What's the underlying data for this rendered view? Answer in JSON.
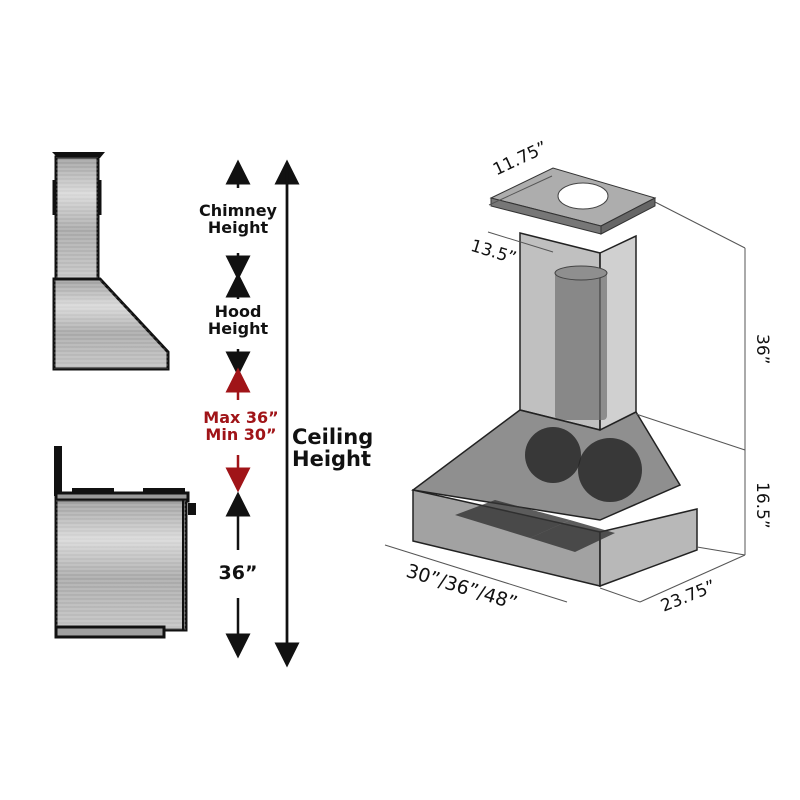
{
  "side_view": {
    "chimney_label": [
      "Chimney",
      "Height"
    ],
    "hood_label": [
      "Hood",
      "Height"
    ],
    "clearance_label": [
      "Max 36”",
      "Min 30”"
    ],
    "counter_label": "36”",
    "ceiling_label": [
      "Ceiling",
      "Height"
    ]
  },
  "iso_view": {
    "top_width": "11.75”",
    "top_depth": "13.5”",
    "chimney_height": "36”",
    "hood_height": "16.5”",
    "hood_width": "30”/36”/48”",
    "hood_depth": "23.75”"
  },
  "colors": {
    "accent_red": "#a01418",
    "line": "#111111",
    "steel": "#b8b8b8"
  }
}
